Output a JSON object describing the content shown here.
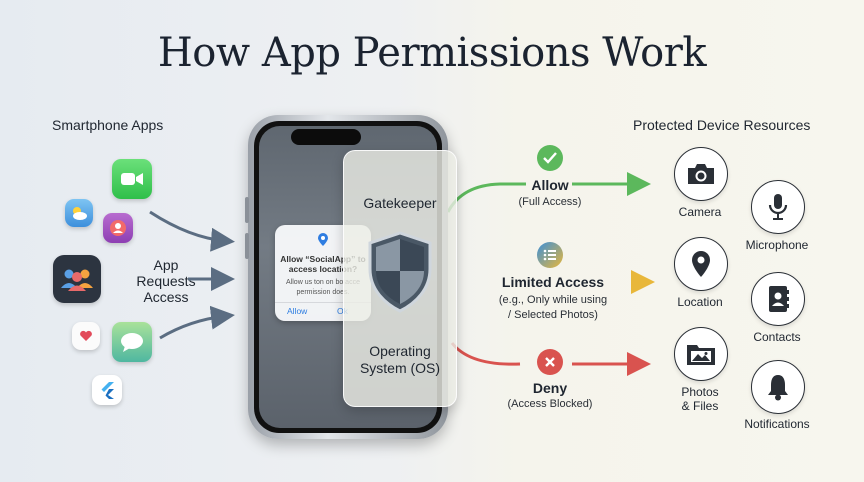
{
  "title": "How App Permissions Work",
  "left_section": {
    "label": "Smartphone Apps"
  },
  "right_section": {
    "label": "Protected Device Resources"
  },
  "request_label": [
    "App",
    "Requests",
    "Access"
  ],
  "gatekeeper": {
    "label": "Gatekeeper",
    "os_label": [
      "Operating",
      "System (OS)"
    ]
  },
  "dialog": {
    "title_line1": "Allow “SocialApp” to",
    "title_line2": "access location?",
    "body_line1": "Allow us ton on bo acce",
    "body_line2": "permission does.",
    "allow": "Allow",
    "other": "Ok"
  },
  "outcomes": [
    {
      "title": "Allow",
      "sub": [
        "(Full Access)"
      ],
      "color": "#5cb85c"
    },
    {
      "title": "Limited Access",
      "sub": [
        "(e.g., Only while using",
        "/ Selected Photos)"
      ],
      "color": "#e8b73a"
    },
    {
      "title": "Deny",
      "sub": [
        "(Access Blocked)"
      ],
      "color": "#d9534f"
    }
  ],
  "resources": {
    "camera": "Camera",
    "microphone": "Microphone",
    "location": "Location",
    "contacts": "Contacts",
    "photos": [
      "Photos",
      "& Files"
    ],
    "notifications": "Notifications"
  },
  "icons": {
    "apps": [
      "facetime-icon",
      "weather-icon",
      "contacts-app-icon",
      "social-app-icon",
      "favorites-icon",
      "messages-icon",
      "flutter-app-icon"
    ],
    "resources": [
      "camera-icon",
      "microphone-icon",
      "location-pin-icon",
      "contacts-book-icon",
      "photos-folder-icon",
      "bell-icon"
    ],
    "gatekeeper": "shield-icon"
  },
  "colors": {
    "allow": "#5cb85c",
    "limited": "#e8b73a",
    "limited_blue": "#3b8fd9",
    "deny": "#d9534f",
    "request_arrow": "#5b6d82"
  }
}
